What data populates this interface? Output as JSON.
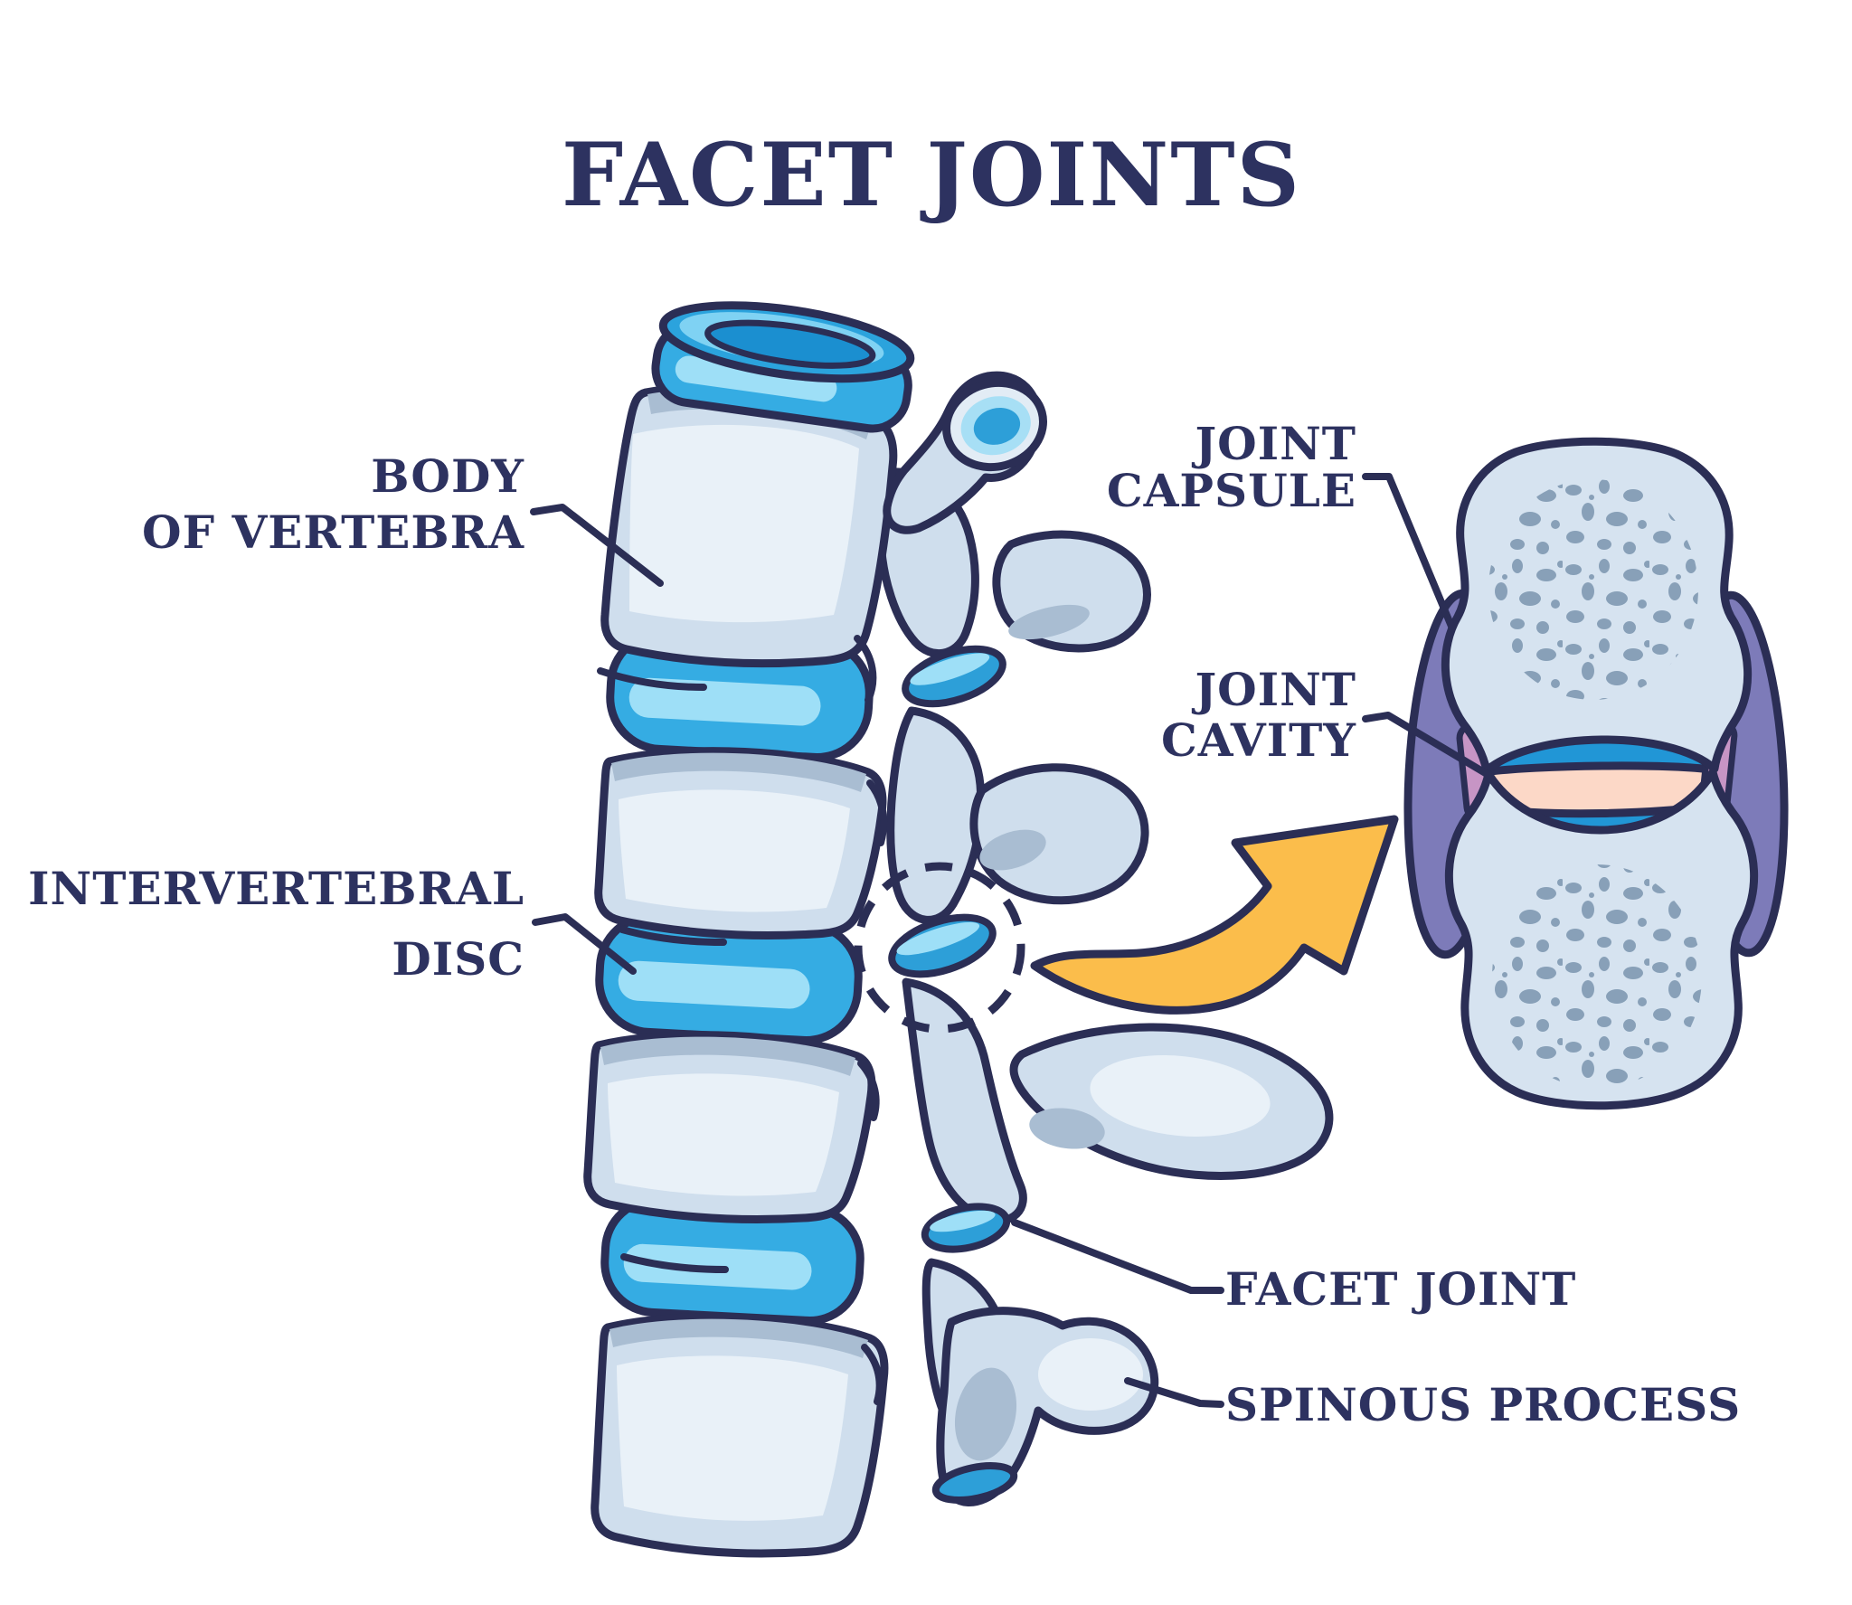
{
  "title": "FACET JOINTS",
  "labels": {
    "body_of_vertebra": {
      "line1": "BODY",
      "line2": "OF VERTEBRA"
    },
    "intervertebral_disc": {
      "line1": "INTERVERTEBRAL",
      "line2": "DISC"
    },
    "joint_capsule": {
      "line1": "JOINT",
      "line2": "CAPSULE"
    },
    "joint_cavity": {
      "line1": "JOINT",
      "line2": "CAVITY"
    },
    "facet_joint": {
      "text": "FACET JOINT"
    },
    "spinous_process": {
      "text": "SPINOUS PROCESS"
    }
  },
  "colors": {
    "background": "#ffffff",
    "text_navy": "#2d3260",
    "outline": "#2b2e55",
    "bone": "#cfdeed",
    "joint_bone": "#d6e3f0",
    "bone_light": "#e9f1f8",
    "bone_shadow": "#a9bdd2",
    "disc_blue": "#35ace3",
    "disc_highlight": "#9edff7",
    "disc_deep": "#1b8fd0",
    "facet_blue": "#2d9fd8",
    "arrow_yellow": "#fbbd4b",
    "capsule_purple": "#7d7bb9",
    "capsule_ring": "#c795c5",
    "cartilage_blue": "#2196d6",
    "cavity_pink": "#fcd8c7",
    "speckle": "#7f99b2"
  },
  "illustration": {
    "subject": "lateral spine segment with zoomed facet joint cross-section",
    "parts": [
      "vertebra body",
      "intervertebral disc",
      "transverse process",
      "articular pillar",
      "facet joint",
      "spinous process",
      "joint capsule",
      "joint cavity",
      "cartilage",
      "bone"
    ]
  }
}
